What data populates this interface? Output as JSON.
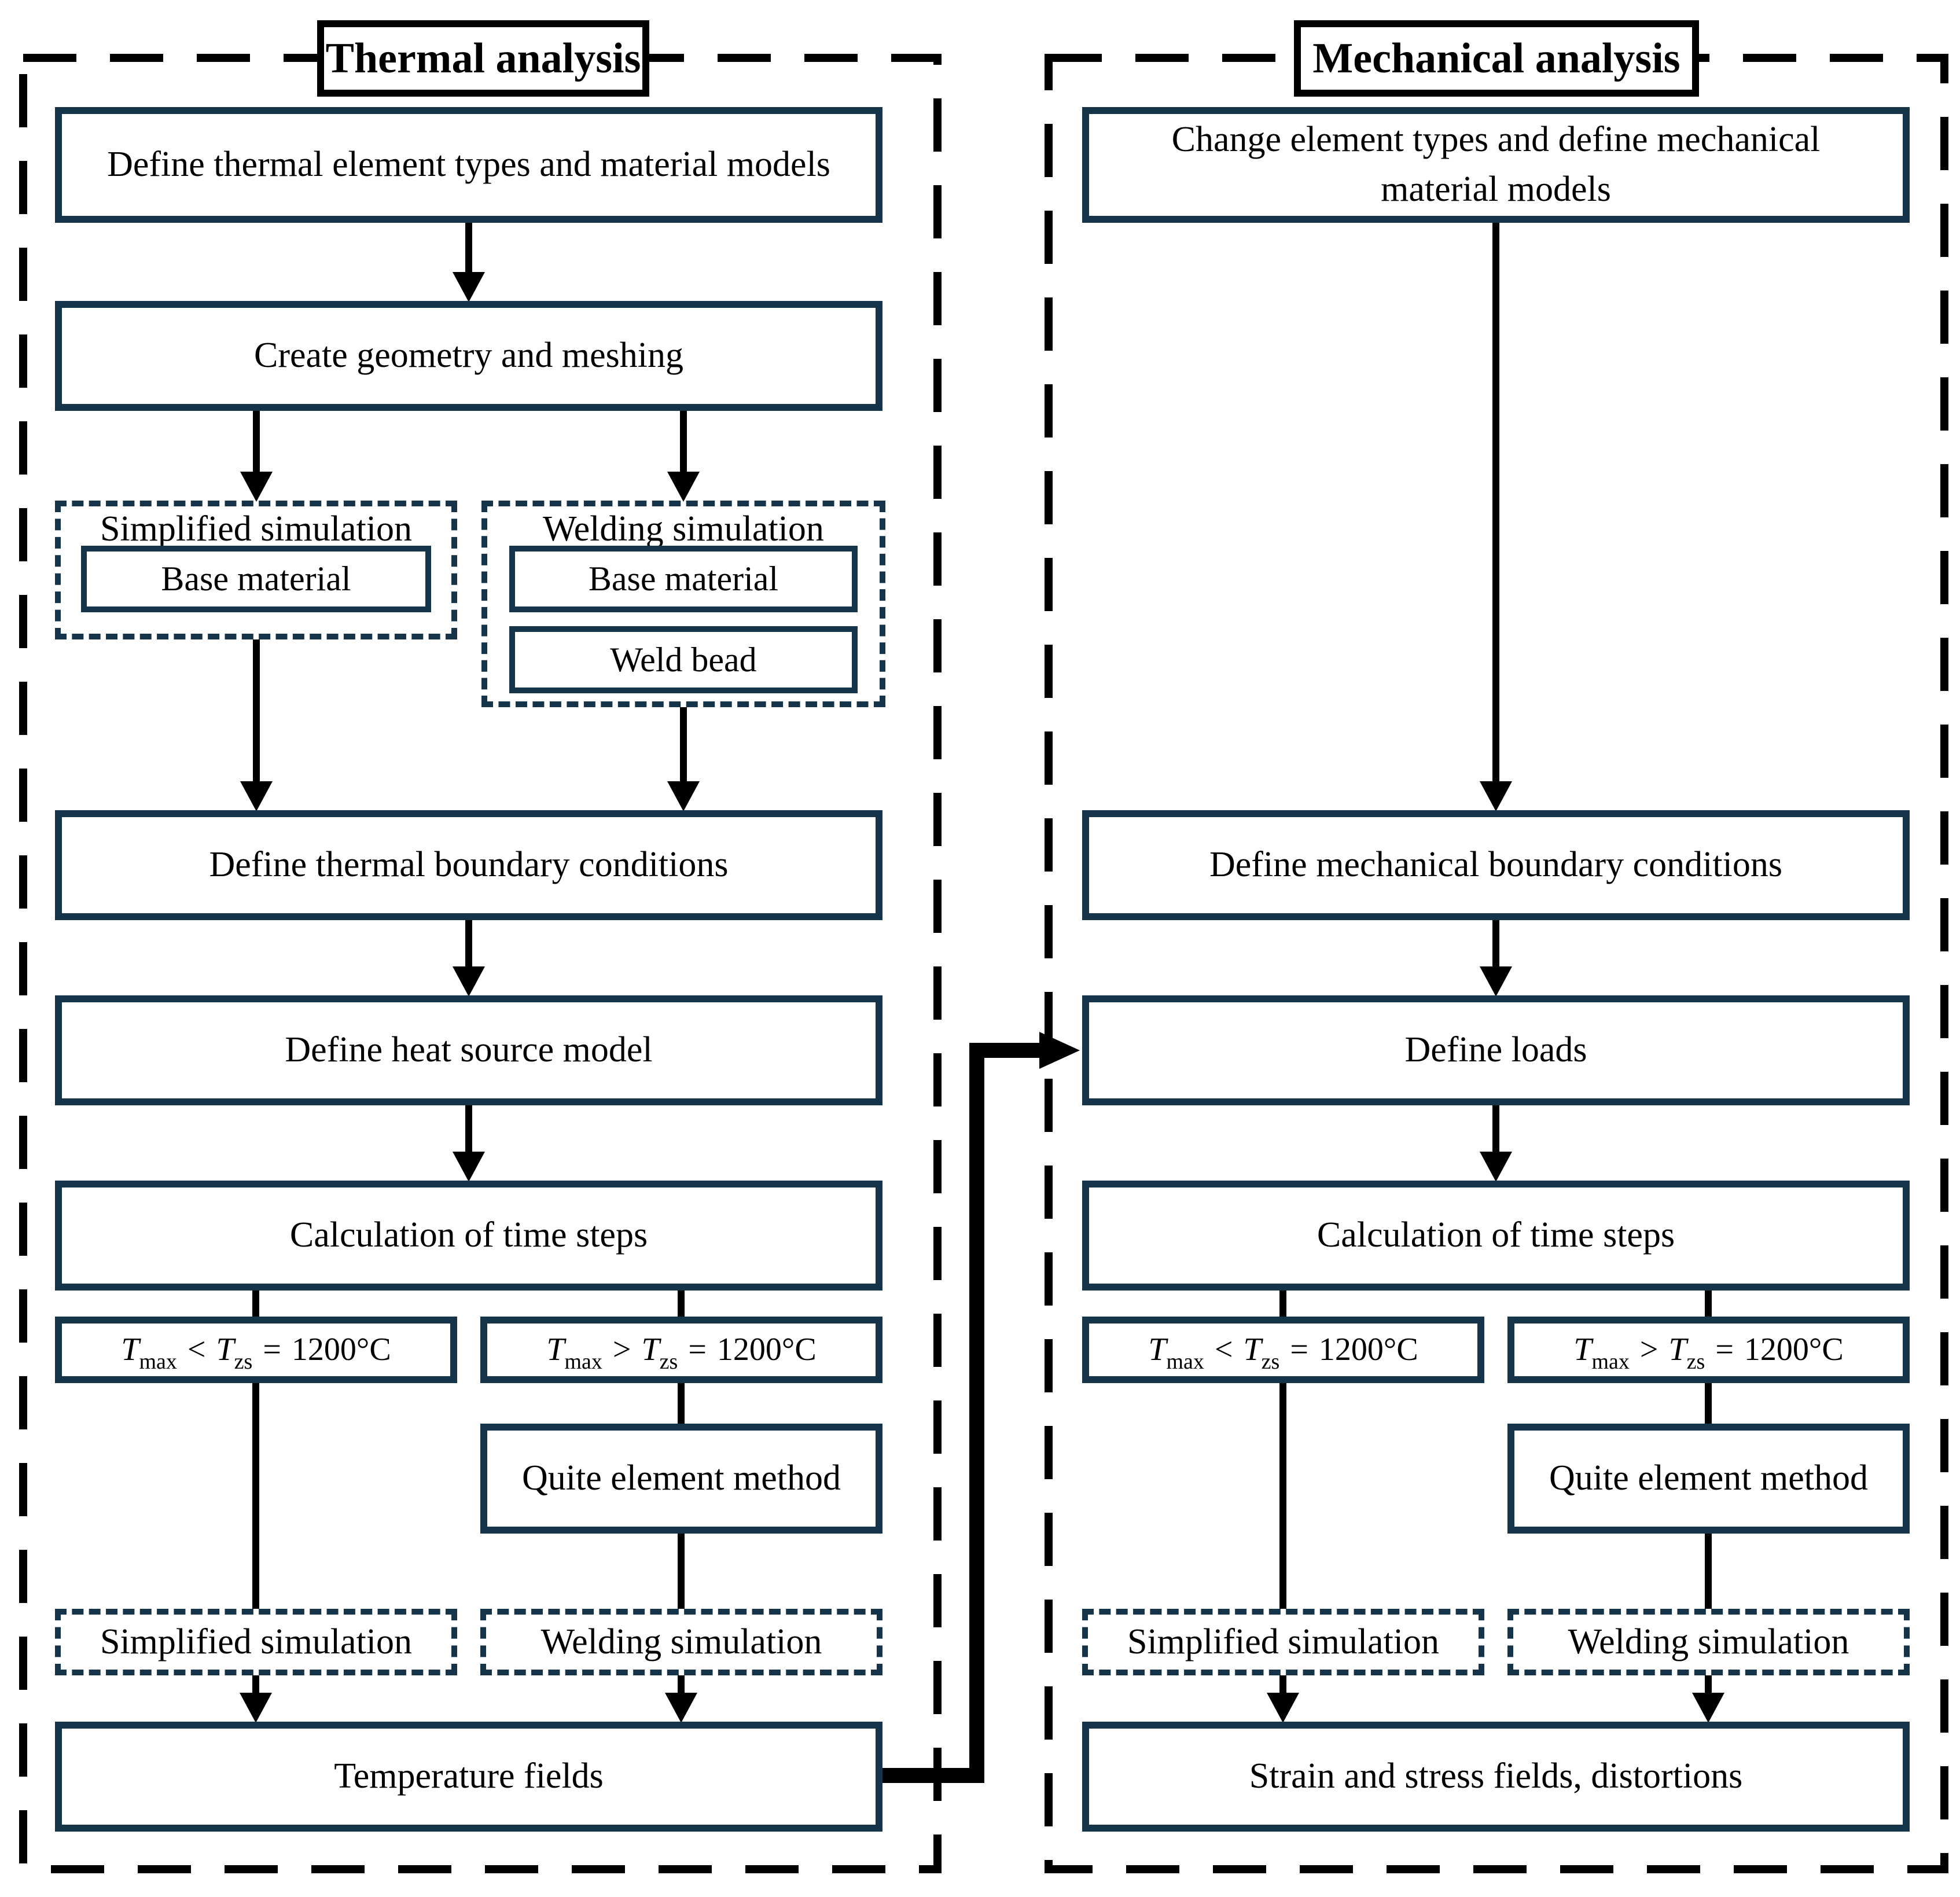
{
  "diagram": {
    "colors": {
      "box_border": "#163449",
      "outer_border": "#000000",
      "arrow": "#000000",
      "text": "#000000",
      "background": "#ffffff"
    },
    "thermal": {
      "title": "Thermal analysis",
      "nodes": {
        "define_types": "Define thermal element types and material models",
        "create_geometry": "Create geometry and meshing",
        "simplified_group_label": "Simplified simulation",
        "simplified_base": "Base material",
        "welding_group_label": "Welding simulation",
        "welding_base": "Base material",
        "weld_bead": "Weld bead",
        "boundary": "Define thermal boundary conditions",
        "heat_source": "Define heat source model",
        "time_steps": "Calculation of time steps",
        "quite_method": "Quite element method",
        "simplified_result": "Simplified simulation",
        "welding_result": "Welding simulation",
        "output": "Temperature fields"
      }
    },
    "mechanical": {
      "title": "Mechanical analysis",
      "nodes": {
        "change_types": "Change element types and define mechanical material models",
        "boundary": "Define mechanical boundary conditions",
        "loads": "Define loads",
        "time_steps": "Calculation of time steps",
        "quite_method": "Quite element method",
        "simplified_result": "Simplified simulation",
        "welding_result": "Welding simulation",
        "output": "Strain and stress fields, distortions"
      }
    },
    "condition": {
      "t": "T",
      "sub_max": "max",
      "sub_zs": "zs",
      "op_lt": "<",
      "op_gt": ">",
      "eq": "=",
      "value": "1200°C"
    }
  }
}
